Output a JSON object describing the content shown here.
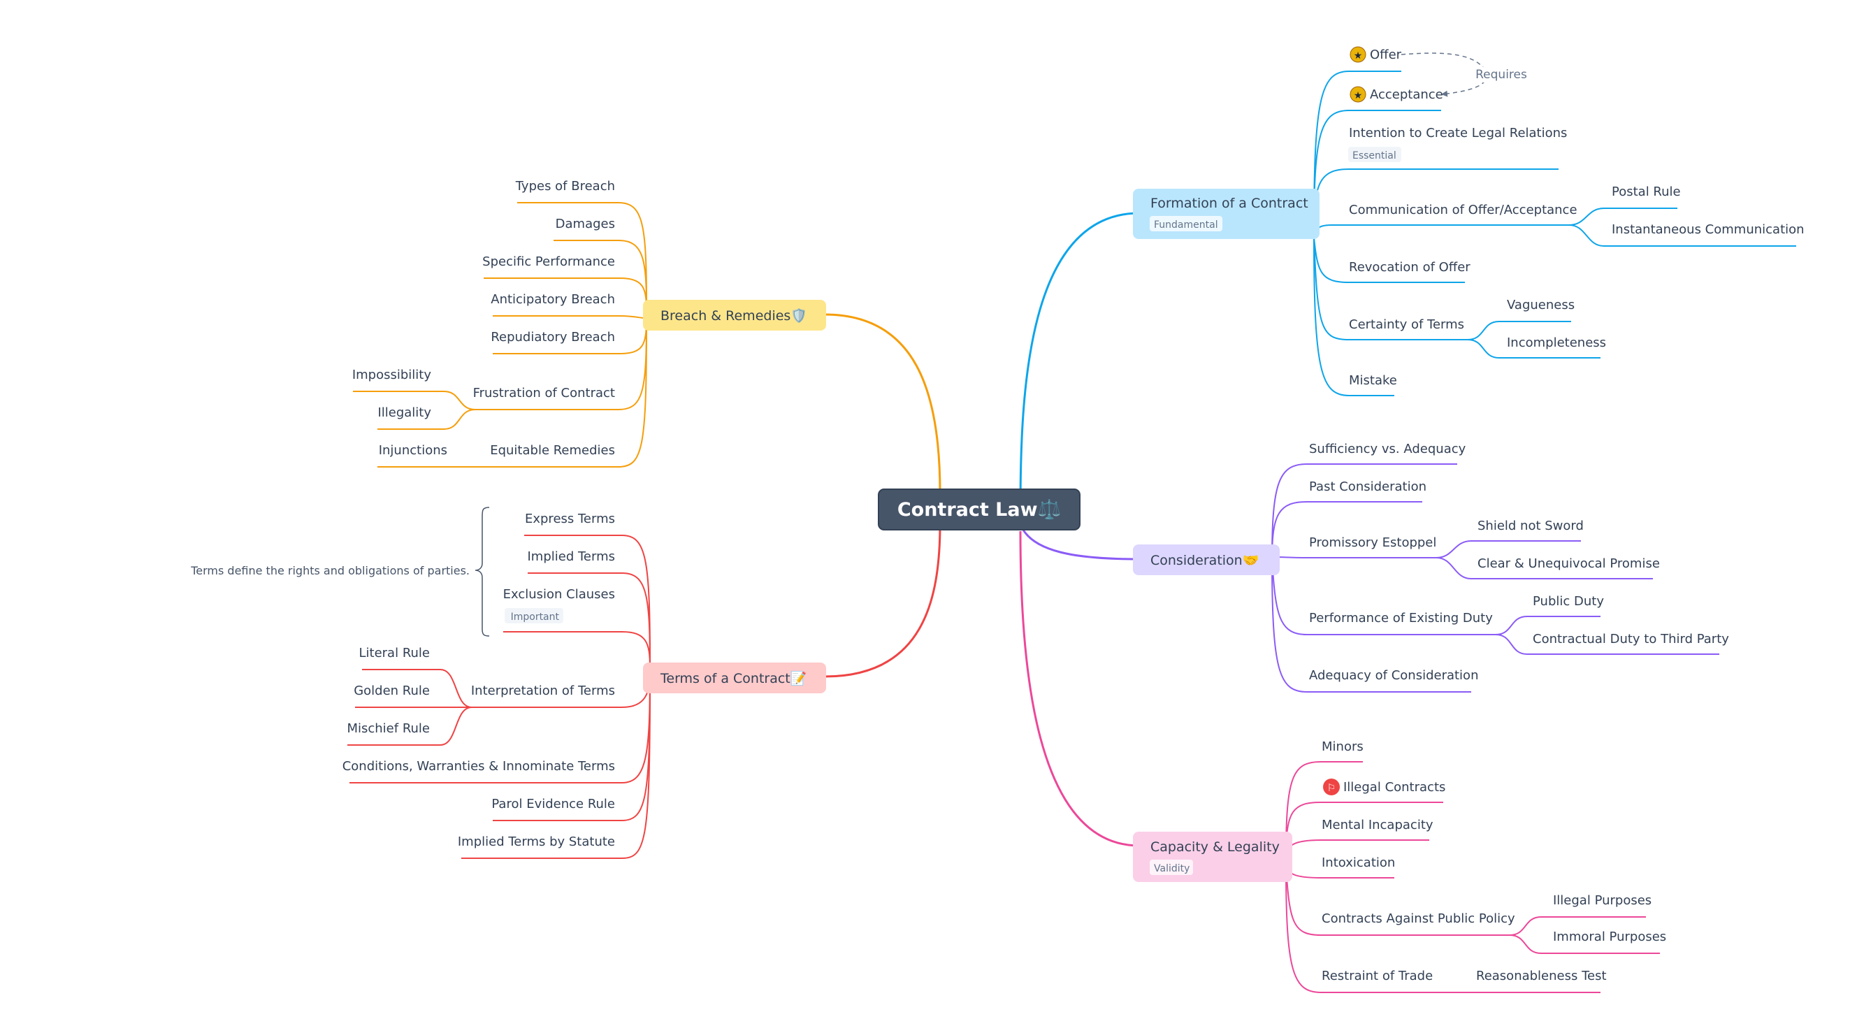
{
  "central": {
    "label": "Contract Law⚖️"
  },
  "colors": {
    "formation": "#0ea5e9",
    "consideration": "#8b5cf6",
    "capacity": "#ec4899",
    "breach": "#f59e0b",
    "terms": "#ef4444",
    "central_bg": "#475569",
    "text": "#334155"
  },
  "branches": {
    "formation": {
      "label": "Formation of a Contract",
      "badge": "Fundamental",
      "children": [
        {
          "label": "Offer",
          "icon": "star-icon"
        },
        {
          "label": "Acceptance",
          "icon": "star-icon"
        },
        {
          "label": "Intention to Create Legal Relations",
          "badge": "Essential"
        },
        {
          "label": "Communication of Offer/Acceptance",
          "children": [
            "Postal Rule",
            "Instantaneous Communication"
          ]
        },
        {
          "label": "Revocation of Offer"
        },
        {
          "label": "Certainty of Terms",
          "children": [
            "Vagueness",
            "Incompleteness"
          ]
        },
        {
          "label": "Mistake"
        }
      ],
      "relation_label": "Requires"
    },
    "consideration": {
      "label": "Consideration🤝",
      "children": [
        {
          "label": "Sufficiency vs. Adequacy"
        },
        {
          "label": "Past Consideration"
        },
        {
          "label": "Promissory Estoppel",
          "children": [
            "Shield not Sword",
            "Clear & Unequivocal Promise"
          ]
        },
        {
          "label": "Performance of Existing Duty",
          "children": [
            "Public Duty",
            "Contractual Duty to Third Party"
          ]
        },
        {
          "label": "Adequacy of Consideration"
        }
      ]
    },
    "capacity": {
      "label": "Capacity & Legality",
      "badge": "Validity",
      "children": [
        {
          "label": "Minors"
        },
        {
          "label": "Illegal Contracts",
          "icon": "flag-icon"
        },
        {
          "label": "Mental Incapacity"
        },
        {
          "label": "Intoxication"
        },
        {
          "label": "Contracts Against Public Policy",
          "children": [
            "Illegal Purposes",
            "Immoral Purposes"
          ]
        },
        {
          "label": "Restraint of Trade",
          "children": [
            "Reasonableness Test"
          ]
        }
      ]
    },
    "breach": {
      "label": "Breach & Remedies🛡️",
      "children": [
        {
          "label": "Types of Breach"
        },
        {
          "label": "Damages"
        },
        {
          "label": "Specific Performance"
        },
        {
          "label": "Anticipatory Breach"
        },
        {
          "label": "Repudiatory Breach"
        },
        {
          "label": "Frustration of Contract",
          "children": [
            "Impossibility",
            "Illegality"
          ]
        },
        {
          "label": "Equitable Remedies",
          "children": [
            "Injunctions"
          ]
        }
      ]
    },
    "terms": {
      "label": "Terms of a Contract📝",
      "summary": "Terms define the rights and obligations of parties.",
      "children": [
        {
          "label": "Express Terms"
        },
        {
          "label": "Implied Terms"
        },
        {
          "label": "Exclusion Clauses",
          "badge": "Important"
        },
        {
          "label": "Interpretation of Terms",
          "children": [
            "Literal Rule",
            "Golden Rule",
            "Mischief Rule"
          ]
        },
        {
          "label": "Conditions, Warranties & Innominate Terms"
        },
        {
          "label": "Parol Evidence Rule"
        },
        {
          "label": "Implied Terms by Statute"
        }
      ]
    }
  }
}
